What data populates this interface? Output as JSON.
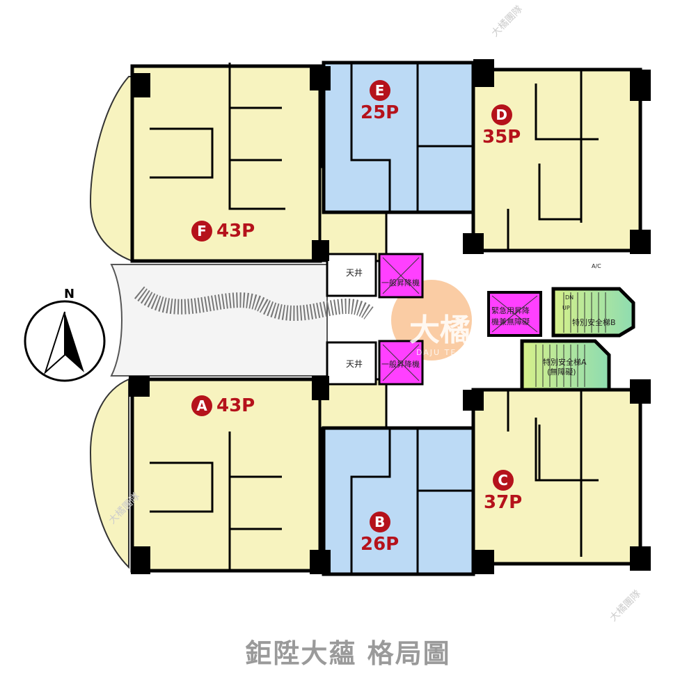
{
  "title": "鉅陞大蘊 格局圖",
  "compass": {
    "label": "N",
    "icon": "north-arrow-icon"
  },
  "units": [
    {
      "letter": "F",
      "size": "43P"
    },
    {
      "letter": "E",
      "size": "25P"
    },
    {
      "letter": "D",
      "size": "35P"
    },
    {
      "letter": "A",
      "size": "43P"
    },
    {
      "letter": "B",
      "size": "26P"
    },
    {
      "letter": "C",
      "size": "37P"
    }
  ],
  "core": {
    "lightwell_top": "天井",
    "lightwell_bottom": "天井",
    "elevator_top": "一般昇降機",
    "elevator_bottom": "一般昇降機",
    "emergency_elevator_line1": "緊急用昇降",
    "emergency_elevator_line2": "機兼無障礙",
    "stair_b": "特別安全梯B",
    "stair_a_line1": "特別安全梯A",
    "stair_a_line2": "(無障礙)",
    "dn": "DN",
    "up": "UP",
    "ac": "A/C"
  },
  "watermark": {
    "text": "大橘團隊",
    "logo": "大橘",
    "logo_sub": "DAJU TEAM",
    "logo_color": "#f5a25a"
  },
  "colors": {
    "unit_yellow": "#f7f3bf",
    "unit_blue": "#bcdaf5",
    "elevator": "#ff40ff",
    "stair": "#a8e6a0",
    "label": "#b5121b"
  }
}
